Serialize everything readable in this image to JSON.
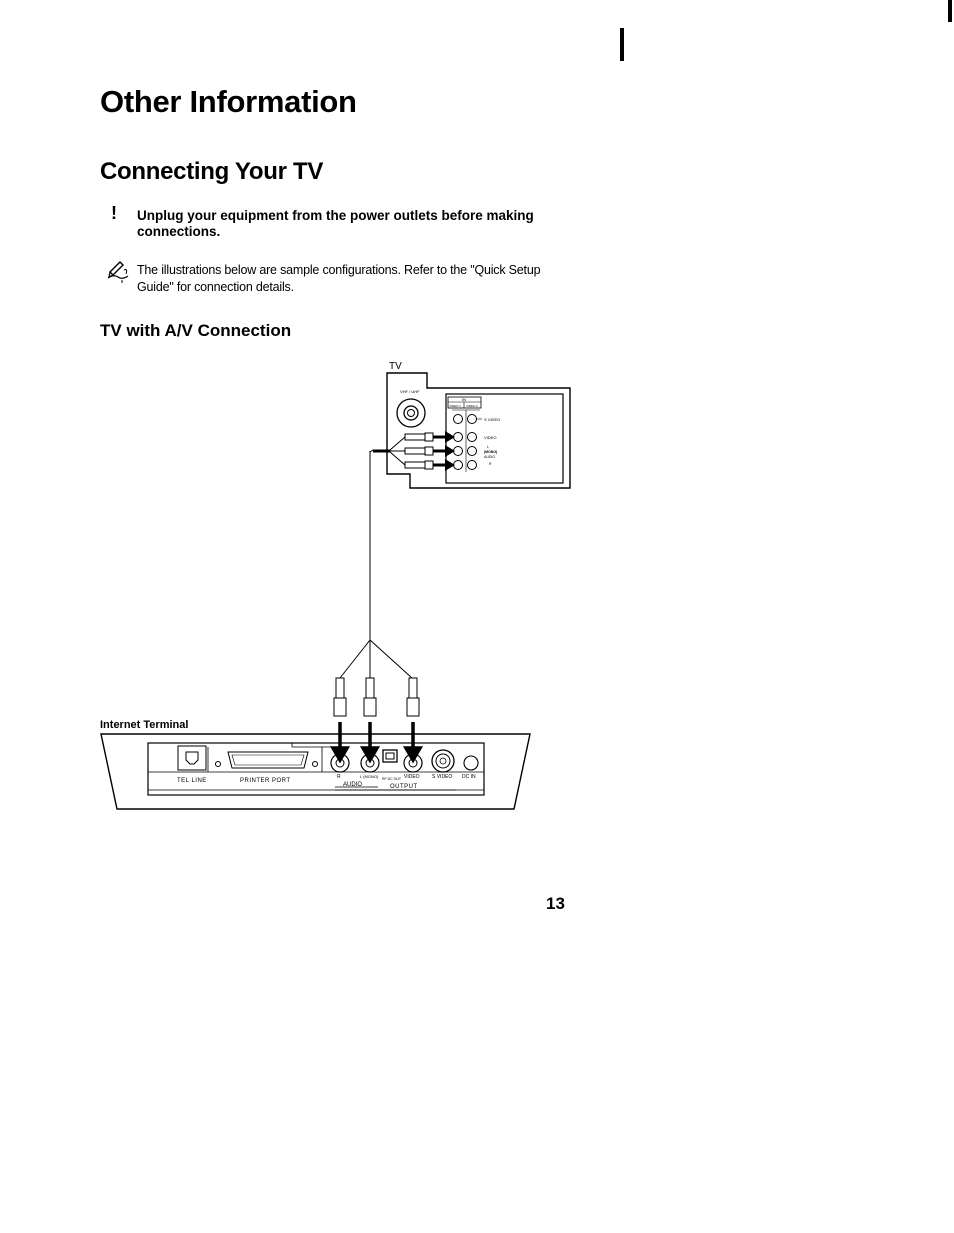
{
  "page": {
    "title": "Other Information",
    "section_title": "Connecting Your TV",
    "warning": {
      "mark": "!",
      "text": "Unplug your equipment from the power outlets before making connections."
    },
    "note": {
      "icon": "pencil-note-icon",
      "text": "The illustrations below are sample configurations. Refer to the \"Quick Setup Guide\" for connection details."
    },
    "subsection_title": "TV with A/V Connection",
    "page_number": "13"
  },
  "diagram": {
    "tv_label": "TV",
    "tv_vhf": "VHF / UHF",
    "tv_in": "IN",
    "tv_in_video1": "VIDEO 1",
    "tv_in_video2": "VIDEO 2",
    "tv_svideo": "S VIDEO",
    "tv_video": "VIDEO",
    "tv_l": "L",
    "tv_mono": "(MONO)",
    "tv_audio": "AUDIO",
    "tv_r": "R",
    "terminal_label": "Internet Terminal",
    "port_tel_line": "TEL LINE",
    "port_printer": "PRINTER PORT",
    "port_r": "R",
    "port_l_mono": "L (MONO)",
    "port_rf_dc_out": "RF DC OUT",
    "port_video": "VIDEO",
    "port_svideo": "S VIDEO",
    "port_dc_in": "DC IN",
    "port_audio": "AUDIO",
    "port_output": "OUTPUT"
  }
}
